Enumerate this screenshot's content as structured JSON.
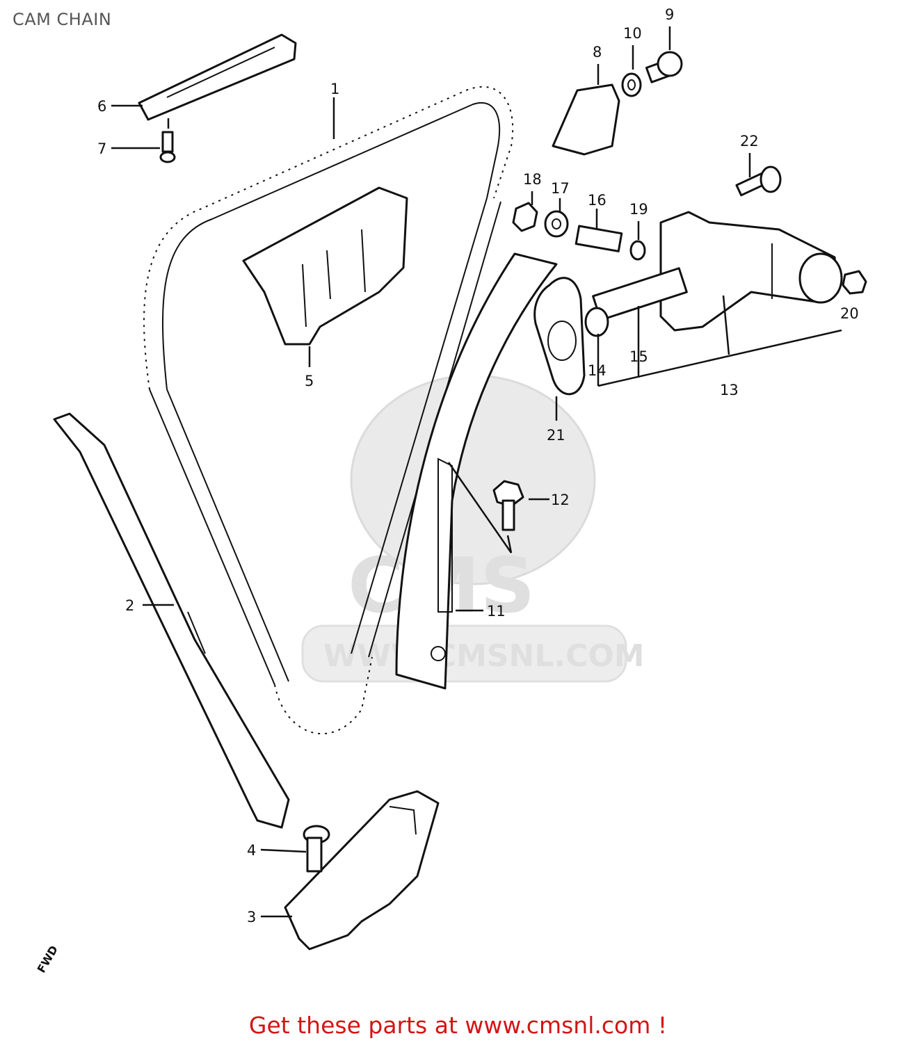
{
  "page": {
    "title": "CAM CHAIN",
    "footer": "Get these parts at www.cmsnl.com !"
  },
  "watermark": {
    "brand": "CMS",
    "url": "WWW.CMSNL.COM"
  },
  "callouts": [
    "1",
    "2",
    "3",
    "4",
    "5",
    "6",
    "7",
    "8",
    "9",
    "10",
    "11",
    "12",
    "13",
    "14",
    "15",
    "16",
    "17",
    "18",
    "19",
    "20",
    "21",
    "22"
  ],
  "orientation_mark": "FWD"
}
